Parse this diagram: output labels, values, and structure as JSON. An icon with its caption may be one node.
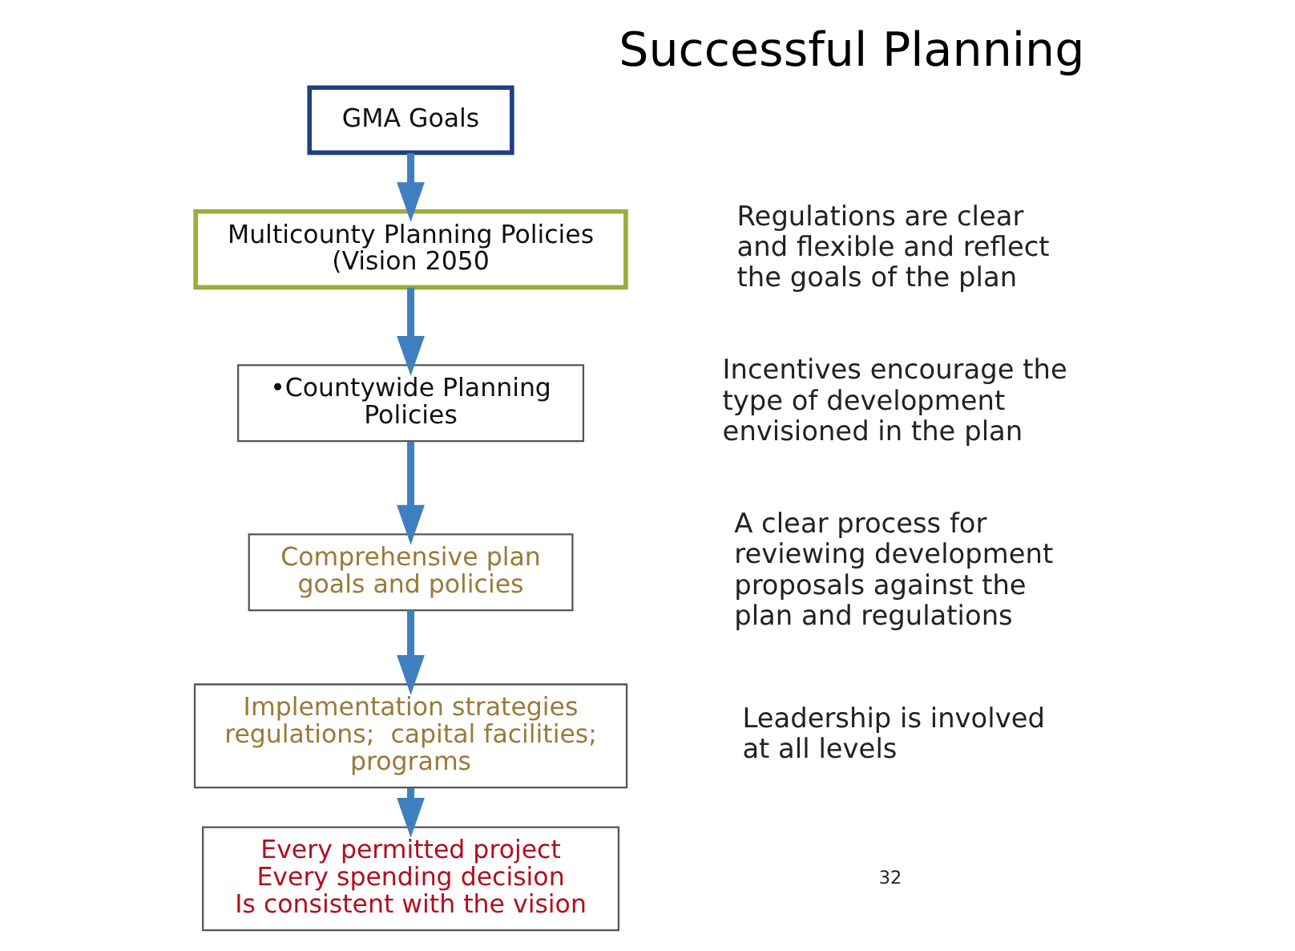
{
  "diagram": {
    "title": "Successful Planning",
    "nodes": [
      {
        "text": [
          "GMA Goals"
        ]
      },
      {
        "text": [
          "Multicounty Planning Policies (Vision 2050"
        ]
      },
      {
        "text": [
          "•Countywide Planning Policies"
        ]
      },
      {
        "text": [
          "Comprehensive plan goals and policies"
        ]
      },
      {
        "text": [
          "Implementation strategies regulations;  capital facilities;  programs"
        ]
      },
      {
        "text": [
          "Every permitted project",
          "Every spending decision",
          "Is consistent with the vision"
        ]
      }
    ],
    "edges": [
      {
        "from": 0,
        "to": 1,
        "arrow": "to"
      },
      {
        "from": 1,
        "to": 2,
        "arrow": "to"
      },
      {
        "from": 2,
        "to": 3,
        "arrow": "to"
      },
      {
        "from": 3,
        "to": 4,
        "arrow": "to"
      },
      {
        "from": 4,
        "to": 5,
        "arrow": "to"
      }
    ],
    "labels": [
      "Regulations are clear and flexible and reflect the goals of the plan",
      "Incentives encourage the type of development envisioned in the plan",
      "A clear process for reviewing development proposals against the plan and regulations",
      "Leadership is involved at all levels",
      "32"
    ]
  }
}
